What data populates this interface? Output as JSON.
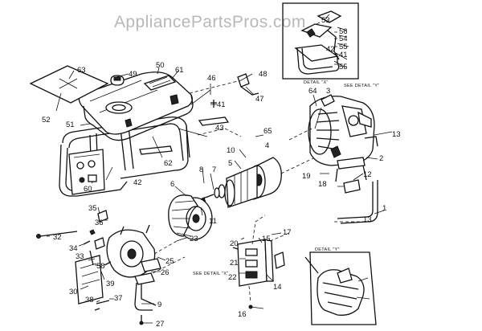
{
  "watermark": "AppliancePartsPros.com",
  "detail_captions": {
    "x": "DETAIL \"X\"",
    "see_y": "SEE DETAIL \"Y\"",
    "see_x": "SEE DETAIL \"X\"",
    "y": "DETAIL \"Y\""
  },
  "part_labels": [
    "63",
    "52",
    "49",
    "50",
    "61",
    "51",
    "62",
    "42",
    "60",
    "46",
    "41",
    "48",
    "47",
    "43",
    "65",
    "4",
    "10",
    "5",
    "8",
    "7",
    "6",
    "11",
    "23",
    "3",
    "64",
    "13",
    "2",
    "19",
    "12",
    "18",
    "1",
    "13",
    "35",
    "36",
    "32",
    "34",
    "33",
    "58",
    "30",
    "39",
    "38",
    "37",
    "25",
    "26",
    "9",
    "27",
    "20",
    "17",
    "21",
    "22",
    "14",
    "16",
    "15",
    "56",
    "54",
    "55",
    "53",
    "41",
    "42",
    "55"
  ]
}
